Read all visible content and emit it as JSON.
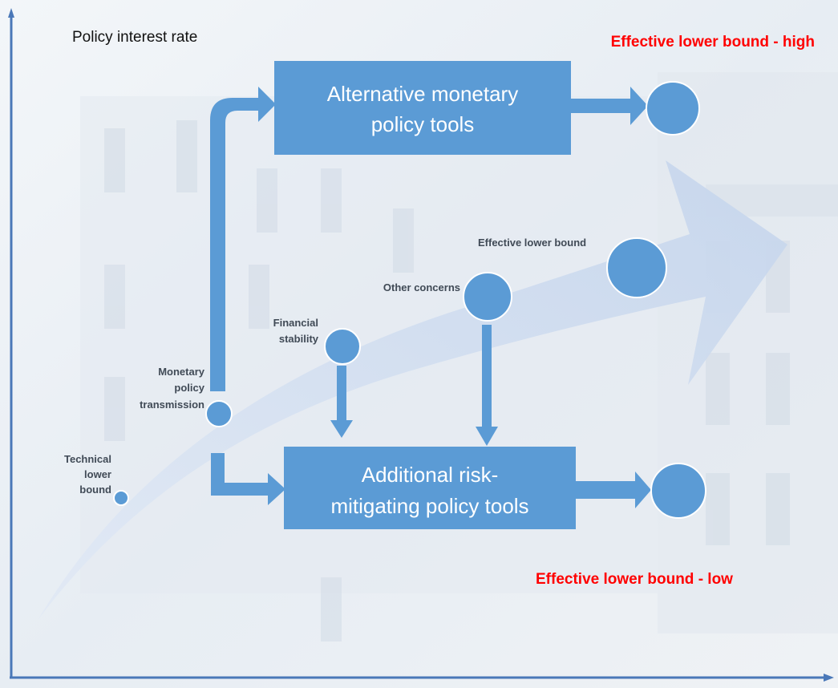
{
  "axis": {
    "y_label": "Policy interest rate"
  },
  "headings": {
    "high": "Effective lower bound - high",
    "low": "Effective lower bound - low"
  },
  "boxes": {
    "alternative_line1": "Alternative monetary",
    "alternative_line2": "policy tools",
    "additional_line1": "Additional risk-",
    "additional_line2": "mitigating policy tools"
  },
  "stages": {
    "technical_l1": "Technical",
    "technical_l2": "lower",
    "technical_l3": "bound",
    "transmission_l1": "Monetary",
    "transmission_l2": "policy",
    "transmission_l3": "transmission",
    "stability_l1": "Financial",
    "stability_l2": "stability",
    "other": "Other concerns",
    "elb": "Effective lower bound"
  },
  "colors": {
    "box": "#5b9bd5",
    "node": "#5b9bd5",
    "node_stroke": "#ffffff",
    "connector": "#5b9bd5",
    "curve": "#c9d8ee",
    "axis": "#4a78b8",
    "label_text": "#404a56",
    "heading_red": "#ff0000",
    "background": "#eef2f6"
  }
}
